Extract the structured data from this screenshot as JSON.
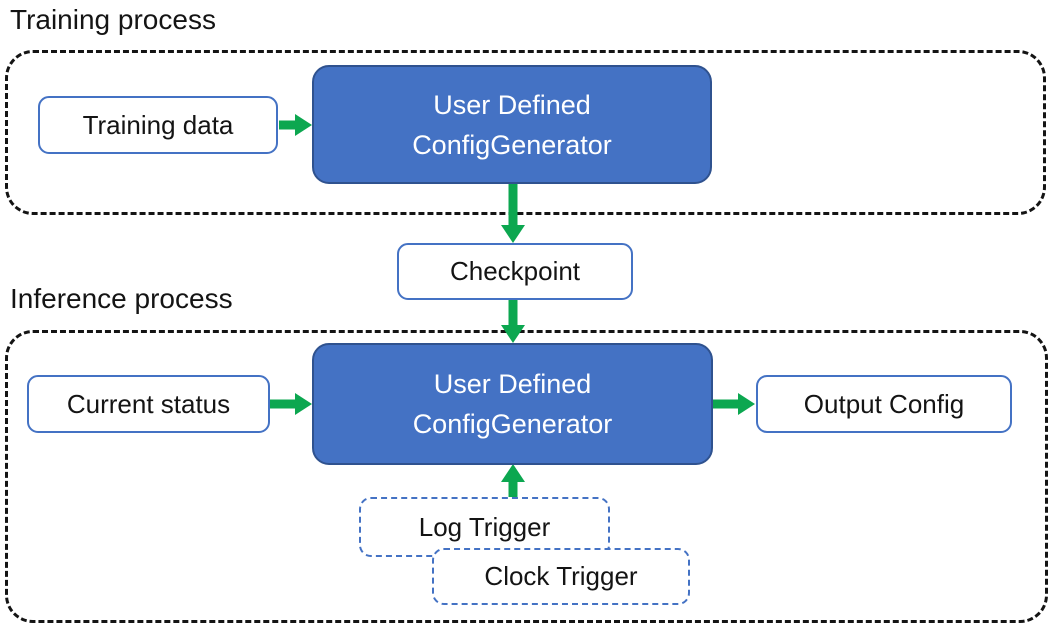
{
  "colors": {
    "accent_blue": "#4472C4",
    "accent_blue_dark": "#2F528F",
    "arrow_green": "#0CA750",
    "text": "#141414",
    "text_on_blue": "#FFFFFF"
  },
  "training": {
    "title": "Training process",
    "input_label": "Training data",
    "generator_line1": "User Defined",
    "generator_line2": "ConfigGenerator"
  },
  "checkpoint_label": "Checkpoint",
  "inference": {
    "title": "Inference process",
    "input_label": "Current status",
    "generator_line1": "User Defined",
    "generator_line2": "ConfigGenerator",
    "output_label": "Output Config",
    "triggers": [
      "Log Trigger",
      "Clock Trigger"
    ]
  }
}
